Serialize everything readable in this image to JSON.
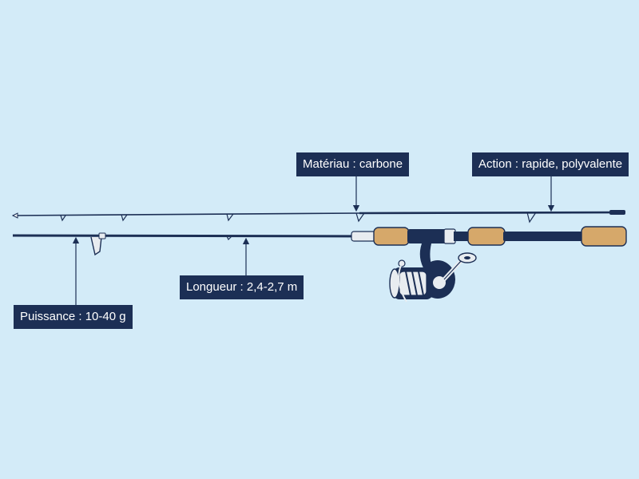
{
  "colors": {
    "background": "#d3ebf8",
    "rod": "#1c2f55",
    "cork": "#d6a86a",
    "guide": "#e8ecf0",
    "label_bg": "#1c2f55",
    "label_text": "#ffffff"
  },
  "labels": {
    "material": "Matériau : carbone",
    "action": "Action : rapide, polyvalente",
    "length": "Longueur : 2,4-2,7 m",
    "power": "Puissance : 10-40 g"
  }
}
